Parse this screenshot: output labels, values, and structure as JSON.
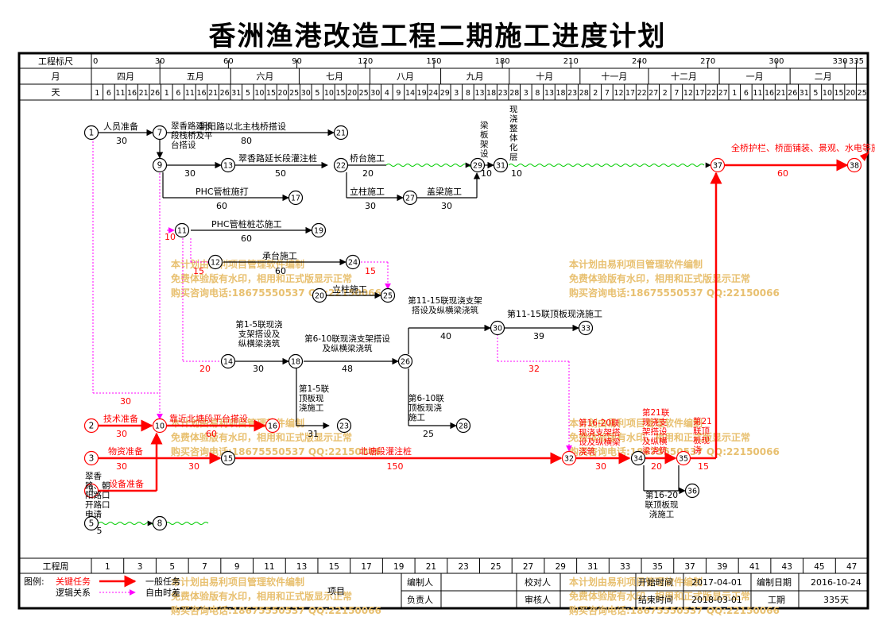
{
  "title": "香洲渔港改造工程二期施工进度计划",
  "header": {
    "scale_label": "工程标尺",
    "scale_ticks": [
      "0",
      "30",
      "60",
      "90",
      "120",
      "150",
      "180",
      "210",
      "240",
      "270",
      "300",
      "330",
      "335"
    ],
    "month_label": "月",
    "months": [
      "四月",
      "五月",
      "六月",
      "七月",
      "八月",
      "九月",
      "十月",
      "十一月",
      "十二月",
      "一月",
      "二月"
    ],
    "day_label": "天",
    "days": [
      "1",
      "6",
      "11",
      "16",
      "21",
      "26",
      "1",
      "6",
      "11",
      "16",
      "21",
      "26",
      "31",
      "5",
      "10",
      "15",
      "20",
      "25",
      "30",
      "5",
      "10",
      "15",
      "20",
      "25",
      "30",
      "4",
      "9",
      "14",
      "19",
      "24",
      "29",
      "3",
      "8",
      "13",
      "18",
      "23",
      "28",
      "3",
      "8",
      "13",
      "18",
      "23",
      "28",
      "2",
      "7",
      "12",
      "17",
      "22",
      "27",
      "2",
      "7",
      "12",
      "17",
      "22",
      "27",
      "1",
      "6",
      "11",
      "16",
      "21",
      "26",
      "31",
      "5",
      "10",
      "15",
      "20",
      "25"
    ]
  },
  "footer": {
    "week_label": "工程周",
    "weeks": [
      "1",
      "3",
      "5",
      "7",
      "9",
      "11",
      "13",
      "15",
      "17",
      "19",
      "21",
      "23",
      "25",
      "27",
      "29",
      "31",
      "33",
      "35",
      "37",
      "39",
      "41",
      "43",
      "45",
      "47"
    ]
  },
  "legend": {
    "label": "图例:",
    "critical": "关键任务",
    "normal": "一般任务",
    "logic": "逻辑关系",
    "float": "自由时差"
  },
  "info": {
    "project_label": "项目",
    "editor_label": "编制人",
    "checker_label": "校对人",
    "owner_label": "负责人",
    "reviewer_label": "审核人",
    "start_label": "开始时间",
    "start_value": "2017-04-01",
    "end_label": "结束时间",
    "end_value": "2018-03-01",
    "date_label": "编制日期",
    "date_value": "2016-10-24",
    "duration_label": "工期",
    "duration_value": "335天"
  },
  "watermark": {
    "line1": "本计划由易利项目管理软件编制",
    "line2": "免费体验版有水印，相用和正式版显示正常",
    "line3": "购买咨询电话:18675550537 QQ:22150066"
  },
  "colors": {
    "critical": "#ff0000",
    "normal": "#000000",
    "float": "#ff00ff",
    "wave": "#00cc00",
    "watermark": "#e8c070"
  },
  "tasks": {
    "t_1_7": "人员准备",
    "t_7_21": "朝阳路以北主栈桥搭设",
    "t_7_9": "翠香路延长段栈桥及平台搭设",
    "t_9_13": "翠香路延长段灌注桩",
    "t_22_29": "桥台施工",
    "t_22_27": "立柱施工",
    "t_27_29": "盖梁施工",
    "t_29_31": "梁板架设",
    "t_31_37": "现浇整体化层",
    "t_37_38": "全桥护栏、桥面铺装、景观、水电等施工",
    "t_9_17": "PHC管桩施打",
    "t_11_19": "PHC管桩桩芯施工",
    "t_12_24": "承台施工",
    "t_20_25": "立柱施工",
    "t_26_30": "第11-15联现浇支架搭设及纵横梁浇筑",
    "t_30_33": "第11-15联顶板现浇施工",
    "t_14_18": "第1-5联现浇支架搭设及纵横梁浇筑",
    "t_18_26": "第6-10联现浇支架搭设及纵横梁浇筑",
    "t_18_23": "第1-5联顶板现浇施工",
    "t_26_28": "第6-10联顶板现浇施工",
    "t_2_10": "技术准备",
    "t_10_16": "靠近北塘段平台搭设",
    "t_3_15": "物资准备",
    "t_15_32": "北塘段灌注桩",
    "t_4_10": "设备准备",
    "t_5_8": "翠香路、朝阳路口开路口申请",
    "t_32_34": "第16-20联现浇支架搭设及纵横梁浇筑",
    "t_34_35": "第21联现浇支架搭设及纵横梁浇筑",
    "t_35_37": "第21联顶板现浇",
    "t_34_36": "第16-20联顶板现浇施工"
  },
  "durations": [
    "30",
    "80",
    "30",
    "50",
    "20",
    "10",
    "10",
    "60",
    "30",
    "30",
    "60",
    "60",
    "60",
    "10",
    "15",
    "40",
    "39",
    "32",
    "20",
    "30",
    "48",
    "31",
    "25",
    "30",
    "60",
    "30",
    "150",
    "30",
    "5",
    "30",
    "20",
    "15",
    "30"
  ]
}
